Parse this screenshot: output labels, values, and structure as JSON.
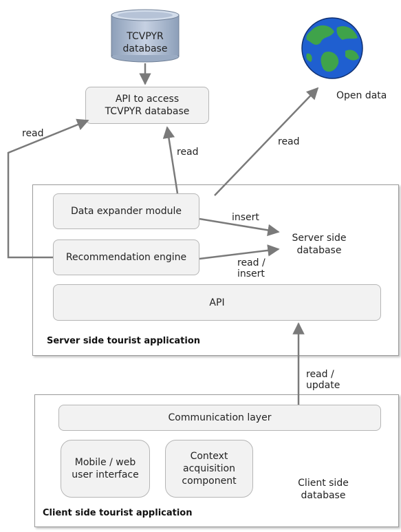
{
  "top": {
    "tcvpyr_db_line1": "TCVPYR",
    "tcvpyr_db_line2": "database",
    "api_access_line1": "API to access",
    "api_access_line2": "TCVPYR database",
    "open_data": "Open data"
  },
  "server": {
    "title": "Server side tourist application",
    "data_expander": "Data expander module",
    "recommendation_engine": "Recommendation engine",
    "api": "API",
    "db_line1": "Server side",
    "db_line2": "database"
  },
  "client": {
    "title": "Client side tourist application",
    "communication_layer": "Communication layer",
    "mobile_line1": "Mobile / web",
    "mobile_line2": "user interface",
    "context_line1": "Context",
    "context_line2": "acquisition",
    "context_line3": "component",
    "db_line1": "Client side",
    "db_line2": "database"
  },
  "arrows": {
    "read_left": "read",
    "read_middle": "read",
    "read_open_data": "read",
    "insert": "insert",
    "read_insert_line1": "read /",
    "read_insert_line2": "insert",
    "read_update_line1": "read /",
    "read_update_line2": "update"
  },
  "colors": {
    "cylinder_top": "#c9d4e6",
    "cylinder_body": "#aebccf",
    "box_fill": "#f2f2f2",
    "arrow": "#7a7a7a"
  }
}
